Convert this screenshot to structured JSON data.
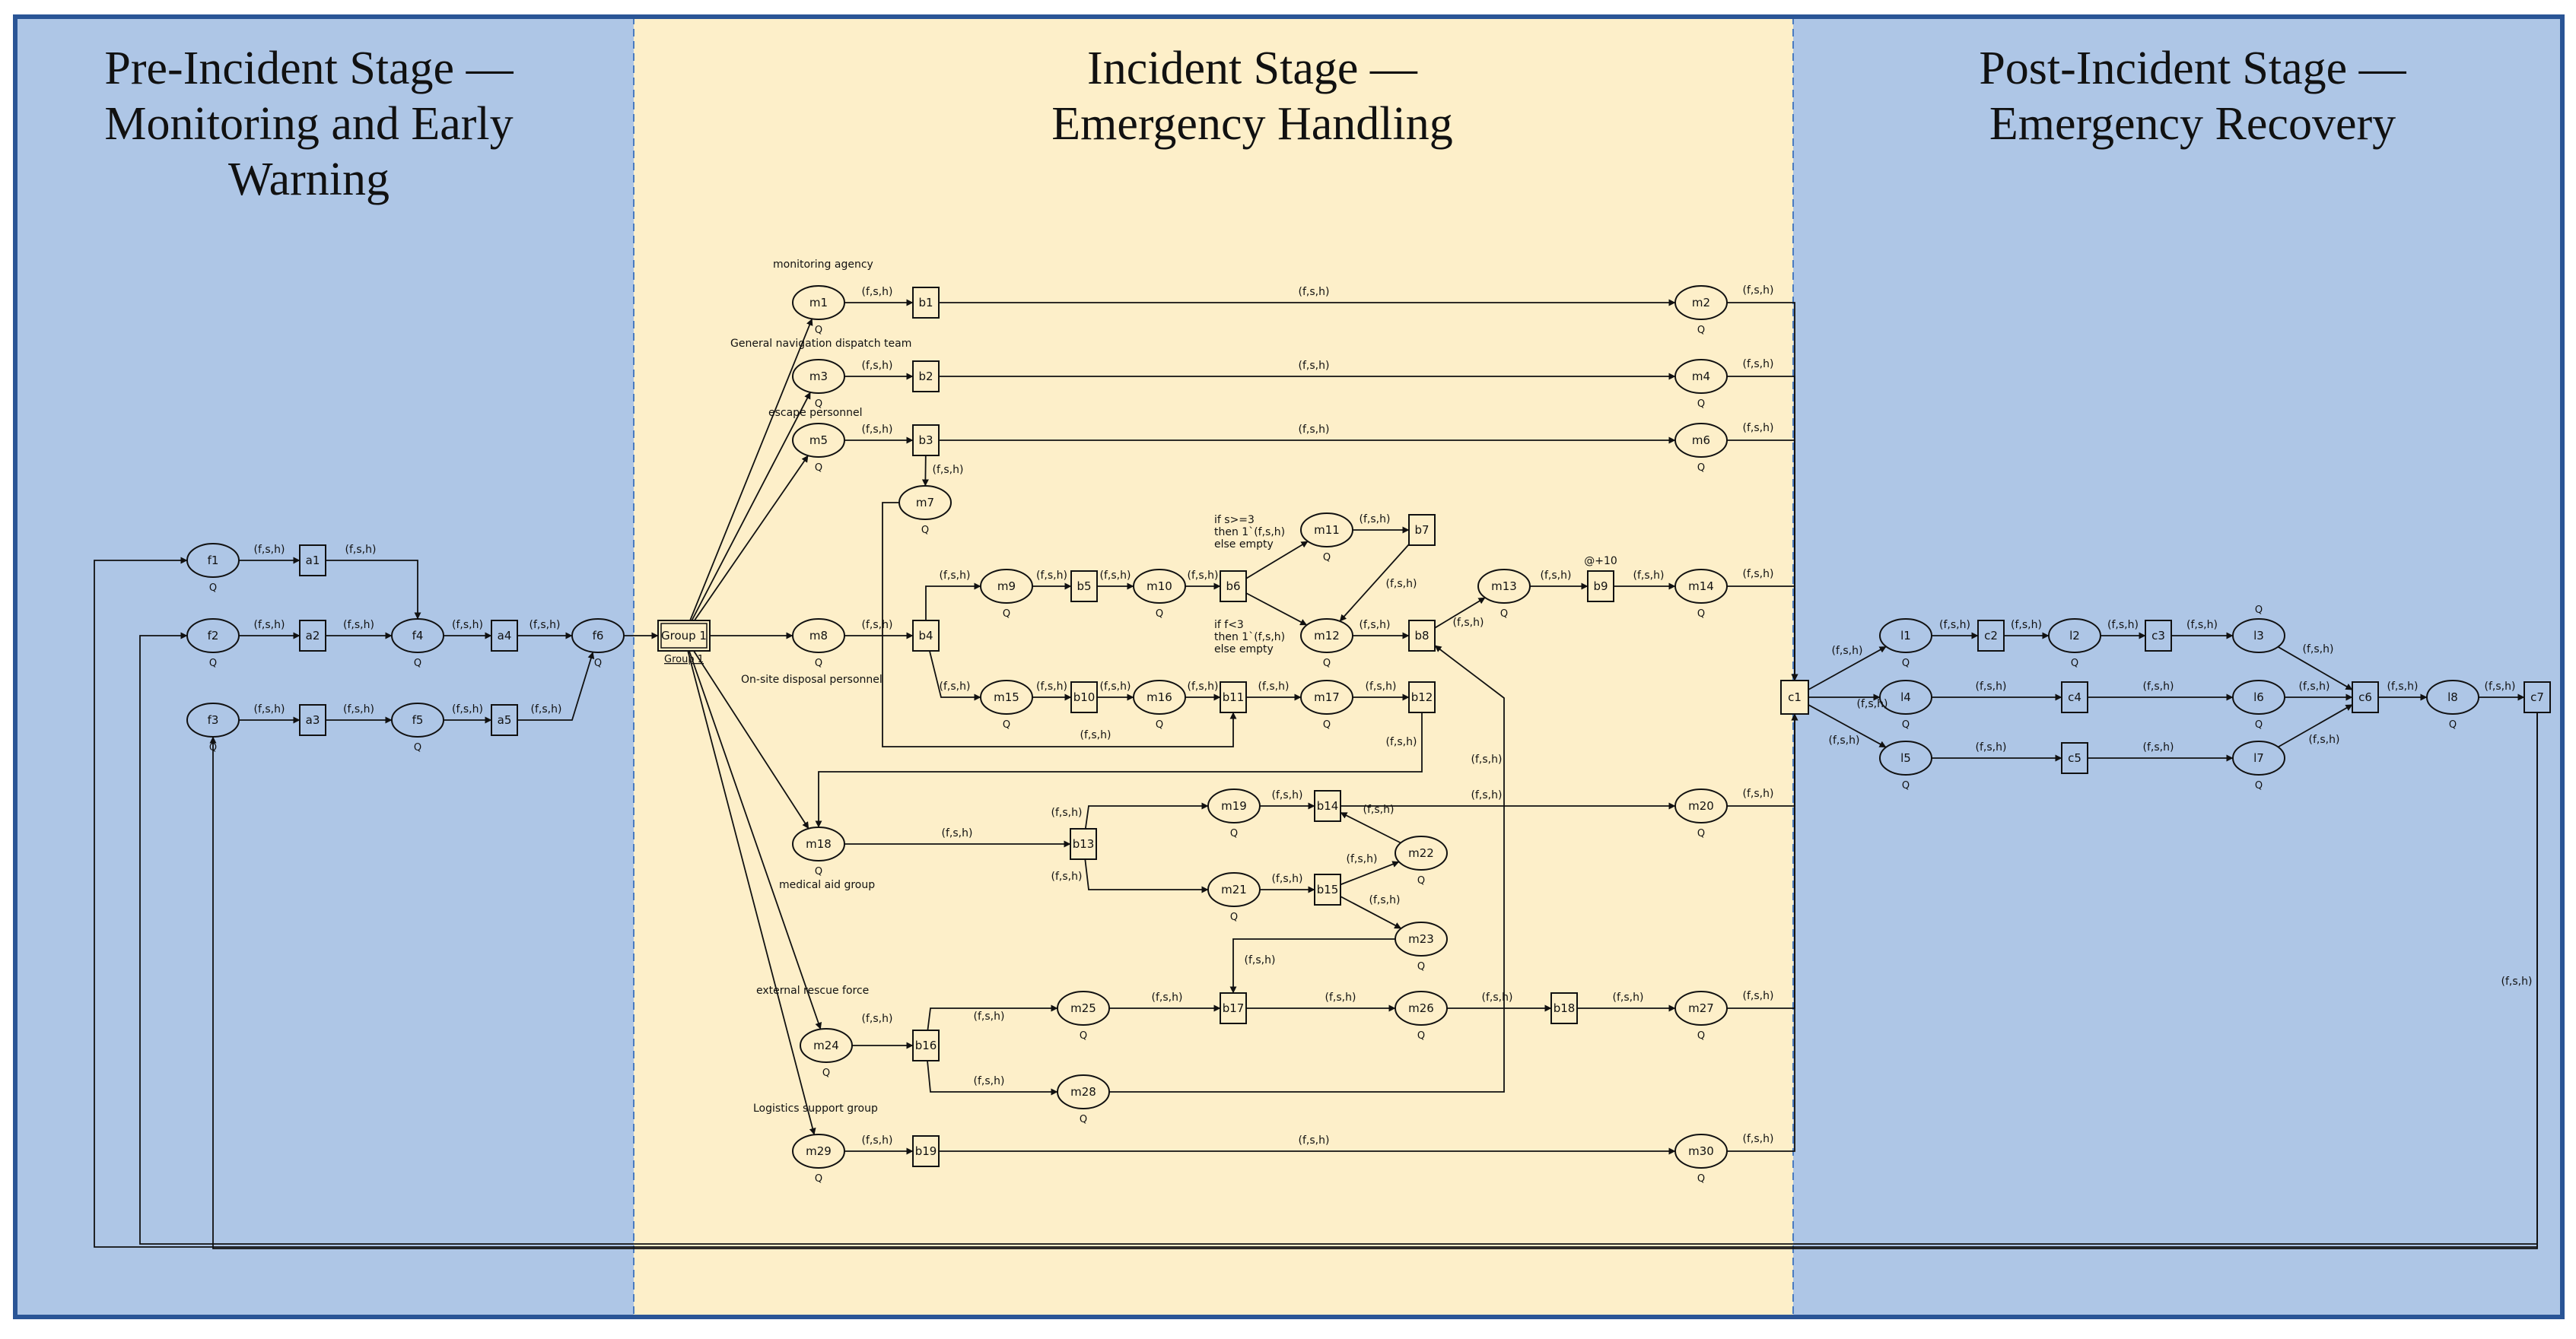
{
  "stages": {
    "pre": {
      "lines": [
        "Pre-Incident Stage —",
        "Monitoring and Early",
        "Warning"
      ]
    },
    "incident": {
      "lines": [
        "Incident Stage —",
        "Emergency Handling"
      ]
    },
    "post": {
      "lines": [
        "Post-Incident Stage —",
        "Emergency Recovery"
      ]
    }
  },
  "colors": {
    "pre_bg": "#aec6e6",
    "incident_bg": "#fdefc9",
    "post_bg": "#aec6e6",
    "frame": "#2a5596",
    "ink": "#111111"
  },
  "places": {
    "f1": "f1",
    "f2": "f2",
    "f3": "f3",
    "f4": "f4",
    "f5": "f5",
    "f6": "f6",
    "m1": "m1",
    "m2": "m2",
    "m3": "m3",
    "m4": "m4",
    "m5": "m5",
    "m6": "m6",
    "m7": "m7",
    "m8": "m8",
    "m9": "m9",
    "m10": "m10",
    "m11": "m11",
    "m12": "m12",
    "m13": "m13",
    "m14": "m14",
    "m15": "m15",
    "m16": "m16",
    "m17": "m17",
    "m18": "m18",
    "m19": "m19",
    "m20": "m20",
    "m21": "m21",
    "m22": "m22",
    "m23": "m23",
    "m24": "m24",
    "m25": "m25",
    "m26": "m26",
    "m27": "m27",
    "m28": "m28",
    "m29": "m29",
    "m30": "m30",
    "l1": "l1",
    "l2": "l2",
    "l3": "l3",
    "l4": "l4",
    "l5": "l5",
    "l6": "l6",
    "l7": "l7",
    "l8": "l8"
  },
  "transitions": {
    "a1": "a1",
    "a2": "a2",
    "a3": "a3",
    "a4": "a4",
    "a5": "a5",
    "group": "Group 1",
    "group_link": "Group 1",
    "b1": "b1",
    "b2": "b2",
    "b3": "b3",
    "b4": "b4",
    "b5": "b5",
    "b6": "b6",
    "b7": "b7",
    "b8": "b8",
    "b9": "b9",
    "b10": "b10",
    "b11": "b11",
    "b12": "b12",
    "b13": "b13",
    "b14": "b14",
    "b15": "b15",
    "b16": "b16",
    "b17": "b17",
    "b18": "b18",
    "b19": "b19",
    "c1": "c1",
    "c2": "c2",
    "c3": "c3",
    "c4": "c4",
    "c5": "c5",
    "c6": "c6",
    "c7": "c7"
  },
  "colorset": "Q",
  "arc_label": "(f,s,h)",
  "groups": {
    "monitoring": "monitoring agency",
    "navigation": "General navigation dispatch team",
    "escape": "escape personnel",
    "onsite": "On-site disposal personnel",
    "medical": "medical aid group",
    "rescue": "external rescue force",
    "logistics": "Logistics support group"
  },
  "guards": {
    "b6_high": [
      "if s>=3",
      "then 1`(f,s,h)",
      "else empty"
    ],
    "b6_low": [
      "if f<3",
      "then 1`(f,s,h)",
      "else empty"
    ],
    "b9_delay": "@+10"
  }
}
